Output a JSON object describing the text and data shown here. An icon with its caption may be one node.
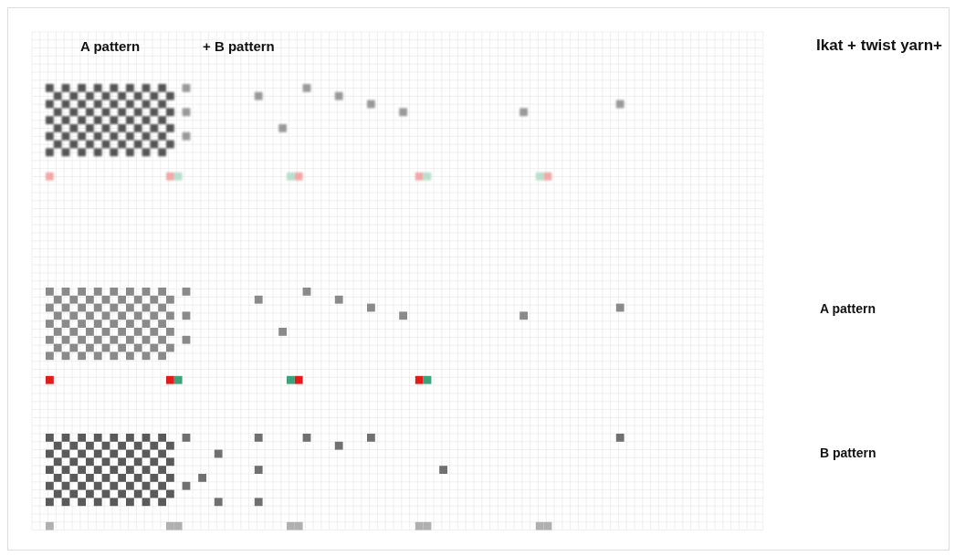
{
  "diagram": {
    "labels": [
      "A pattern",
      "+ B pattern",
      "Ikat + twist yarn+",
      "A pattern",
      "B pattern"
    ]
  }
}
